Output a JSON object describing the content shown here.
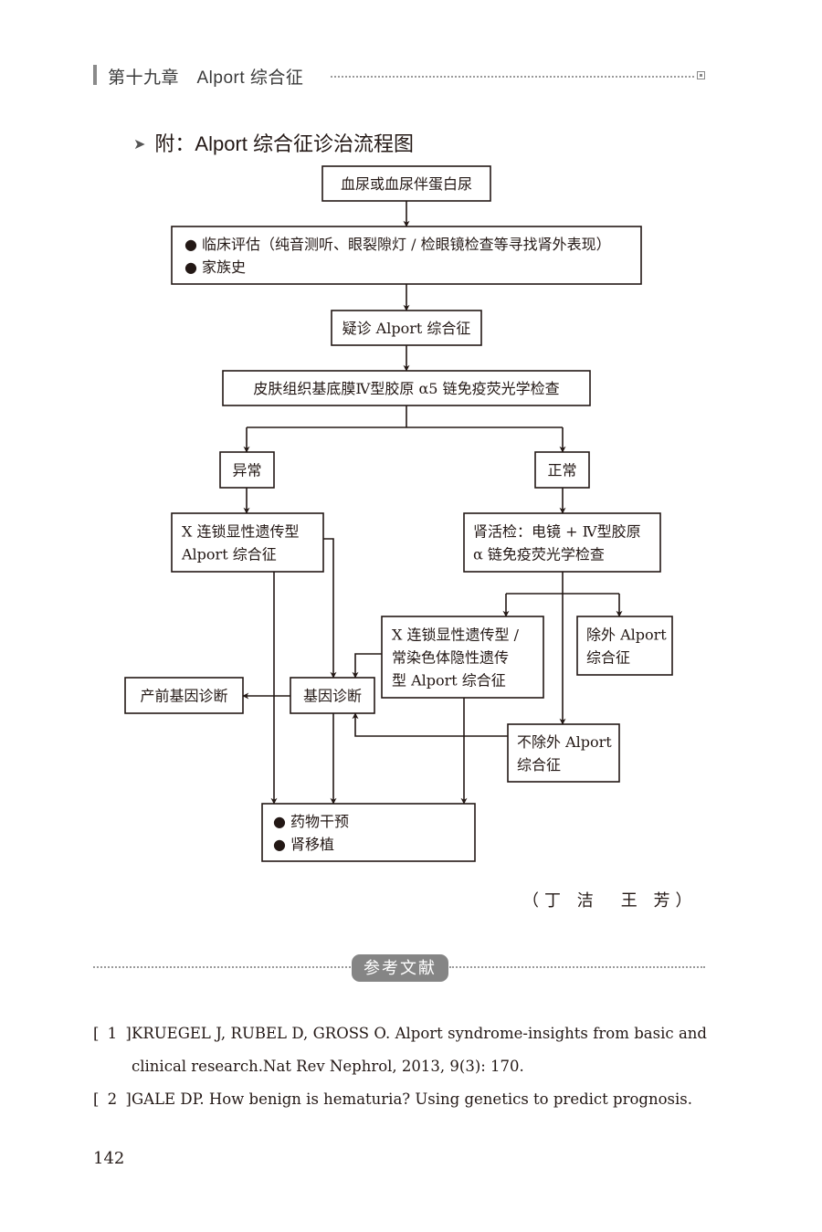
{
  "running_header": {
    "title": "第十九章　Alport 综合征"
  },
  "section_heading": {
    "bullet_icon": "arrowhead-right",
    "text": "附：Alport 综合征诊治流程图"
  },
  "flowchart": {
    "nodes": {
      "hematuria": [
        "血尿或血尿伴蛋白尿"
      ],
      "clinical_eval": [
        "● 临床评估（纯音测听、眼裂隙灯 / 检眼镜检查等寻找肾外表现）",
        "● 家族史"
      ],
      "suspected": [
        "疑诊 Alport 综合征"
      ],
      "skin_test": [
        "皮肤组织基底膜Ⅳ型胶原 α5 链免疫荧光学检查"
      ],
      "abnormal": [
        "异常"
      ],
      "normal": [
        "正常"
      ],
      "x_linked": [
        "X 连锁显性遗传型",
        "Alport 综合征"
      ],
      "kidney_biopsy": [
        "肾活检：电镜 + Ⅳ型胶原",
        "α 链免疫荧光学检查"
      ],
      "x_linked_or_ar": [
        "X 连锁显性遗传型 /",
        "常染色体隐性遗传",
        "型 Alport 综合征"
      ],
      "excluded": [
        "除外 Alport",
        "综合征"
      ],
      "genetic_dx": [
        "基因诊断"
      ],
      "prenatal_dx": [
        "产前基因诊断"
      ],
      "not_excluded": [
        "不除外 Alport",
        "综合征"
      ],
      "treatment": [
        "● 药物干预",
        "● 肾移植"
      ]
    }
  },
  "authors": "（丁 洁　王 芳）",
  "references": {
    "title": "参考文献",
    "items": [
      {
        "num": "[ 1 ]",
        "text": "KRUEGEL J, RUBEL D, GROSS O. Alport syndrome-insights from basic and clinical research.Nat Rev Nephrol, 2013, 9(3): 170."
      },
      {
        "num": "[ 2 ]",
        "text": "GALE DP. How benign is hematuria? Using genetics to predict prognosis."
      }
    ]
  },
  "page_number": "142"
}
